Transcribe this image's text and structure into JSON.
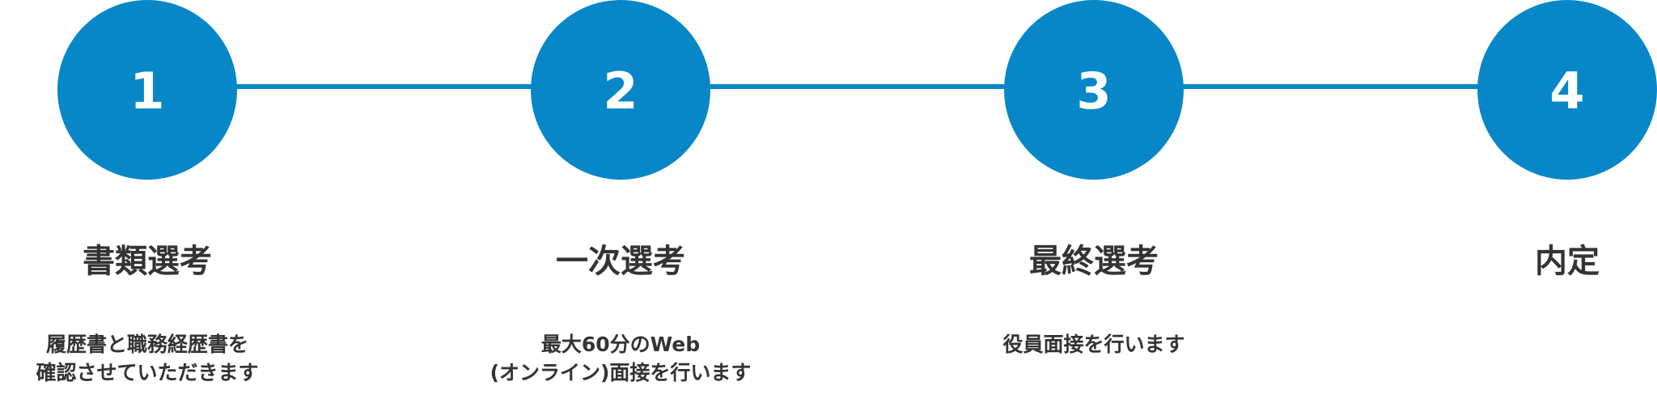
{
  "accent_color": "#0887c8",
  "text_color": "#333333",
  "steps": [
    {
      "number": "1",
      "title": "書類選考",
      "description": [
        "履歴書と職務経歴書を",
        "確認させていただきます"
      ]
    },
    {
      "number": "2",
      "title": "一次選考",
      "description": [
        "最大60分のWeb",
        "(オンライン)面接を行います"
      ]
    },
    {
      "number": "3",
      "title": "最終選考",
      "description": [
        "役員面接を行います"
      ]
    },
    {
      "number": "4",
      "title": "内定",
      "description": []
    }
  ]
}
